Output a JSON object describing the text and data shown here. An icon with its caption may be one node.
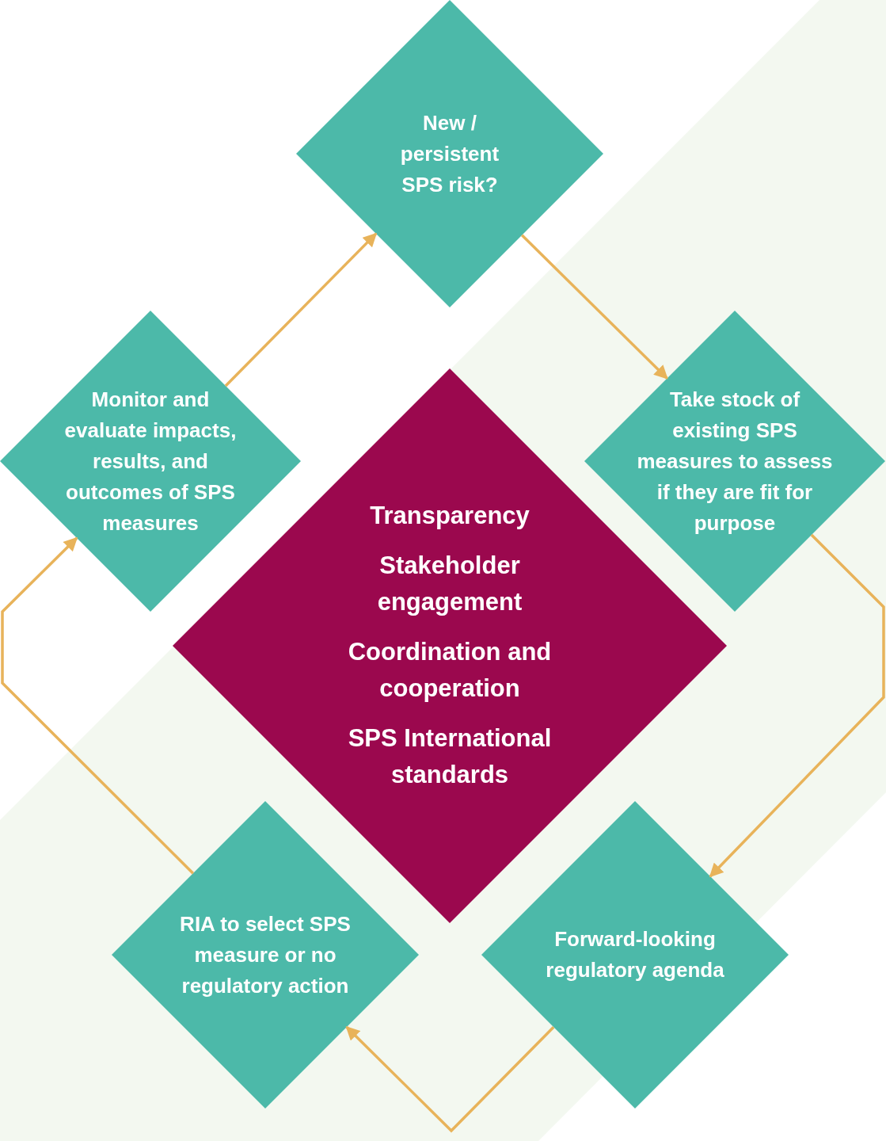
{
  "diagram": {
    "nodes": [
      {
        "text": [
          "New / persistent SPS risk?"
        ]
      },
      {
        "text": [
          "Monitor and evaluate impacts, results, and outcomes of SPS measures"
        ]
      },
      {
        "text": [
          "Take stock of existing SPS measures to assess if they are fit for purpose"
        ]
      },
      {
        "text": [
          "Transparency",
          "Stakeholder engagement",
          "Coordination and cooperation",
          "SPS International standards"
        ]
      },
      {
        "text": [
          "RIA to select SPS measure or no regulatory action"
        ]
      },
      {
        "text": [
          "Forward-looking regulatory agenda"
        ]
      }
    ],
    "edges": [
      {
        "from": 1,
        "to": 0,
        "arrow": "to"
      },
      {
        "from": 0,
        "to": 2,
        "arrow": "to"
      },
      {
        "from": 2,
        "to": 5,
        "arrow": "to"
      },
      {
        "from": 5,
        "to": 4,
        "arrow": "to"
      },
      {
        "from": 4,
        "to": 1,
        "arrow": "to"
      }
    ]
  }
}
